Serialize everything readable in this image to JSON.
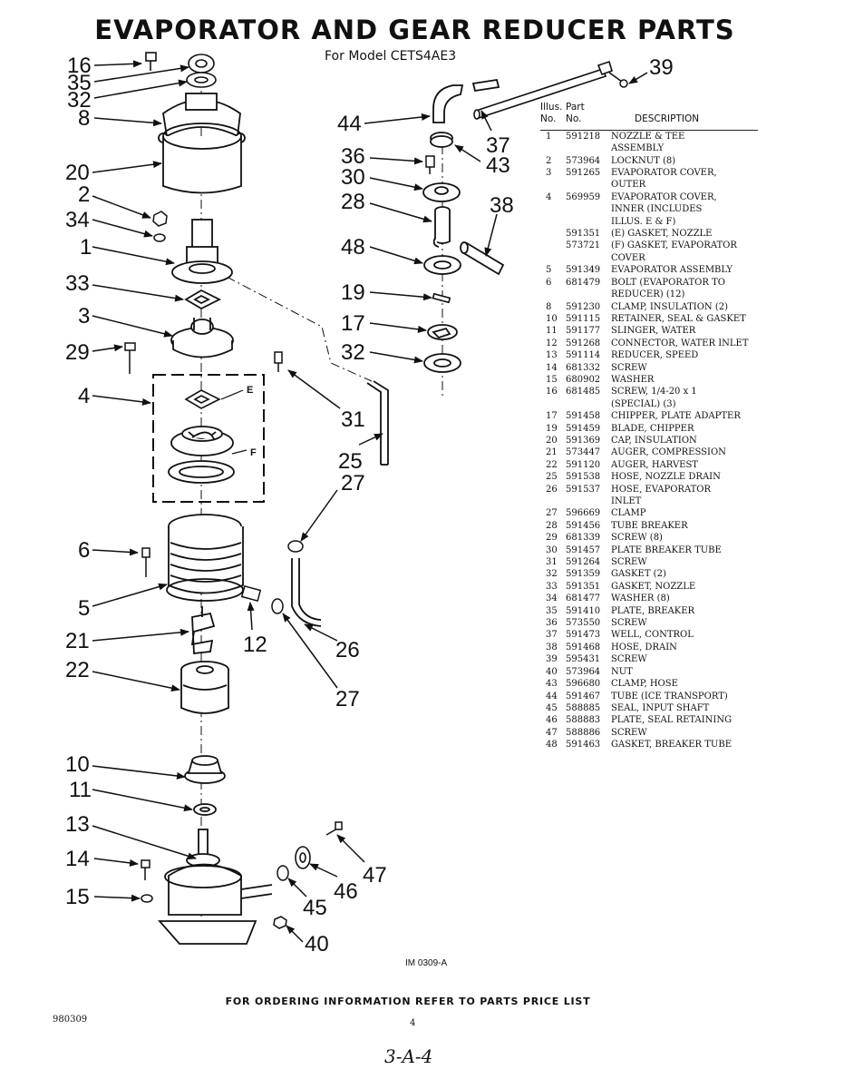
{
  "header": {
    "title": "EVAPORATOR AND GEAR REDUCER PARTS",
    "subtitle": "For Model CETS4AE3"
  },
  "callouts": {
    "c16": "16",
    "c35": "35",
    "c32a": "32",
    "c8": "8",
    "c20": "20",
    "c2": "2",
    "c34": "34",
    "c1": "1",
    "c33": "33",
    "c3": "3",
    "c29": "29",
    "c4": "4",
    "c6": "6",
    "c5": "5",
    "c21": "21",
    "c22": "22",
    "c10": "10",
    "c11": "11",
    "c13": "13",
    "c14": "14",
    "c15": "15",
    "c44": "44",
    "c36": "36",
    "c30": "30",
    "c28": "28",
    "c48": "48",
    "c19": "19",
    "c17": "17",
    "c32b": "32",
    "c37": "37",
    "c43": "43",
    "c38": "38",
    "c39": "39",
    "c31": "31",
    "c25": "25",
    "c27a": "27",
    "c12": "12",
    "c26": "26",
    "c27b": "27",
    "c47": "47",
    "c46": "46",
    "c45": "45",
    "c40": "40",
    "e": "E",
    "f": "F"
  },
  "parts_table": {
    "header_illus": "Illus.",
    "header_no": "No.",
    "header_part": "Part",
    "header_part_no": "No.",
    "header_desc": "DESCRIPTION",
    "rows": [
      {
        "no": "1",
        "part": "591218",
        "desc": "NOZZLE & TEE"
      },
      {
        "no": "",
        "part": "",
        "desc": "ASSEMBLY"
      },
      {
        "no": "2",
        "part": "573964",
        "desc": "LOCKNUT (8)"
      },
      {
        "no": "3",
        "part": "591265",
        "desc": "EVAPORATOR COVER,"
      },
      {
        "no": "",
        "part": "",
        "desc": "OUTER"
      },
      {
        "no": "4",
        "part": "569959",
        "desc": "EVAPORATOR COVER,"
      },
      {
        "no": "",
        "part": "",
        "desc": "INNER (INCLUDES"
      },
      {
        "no": "",
        "part": "",
        "desc": "ILLUS. E & F)"
      },
      {
        "no": "",
        "part": "591351",
        "desc": "(E) GASKET, NOZZLE"
      },
      {
        "no": "",
        "part": "573721",
        "desc": "(F) GASKET, EVAPORATOR"
      },
      {
        "no": "",
        "part": "",
        "desc": "COVER"
      },
      {
        "no": "5",
        "part": "591349",
        "desc": "EVAPORATOR ASSEMBLY"
      },
      {
        "no": "6",
        "part": "681479",
        "desc": "BOLT (EVAPORATOR TO"
      },
      {
        "no": "",
        "part": "",
        "desc": "REDUCER) (12)"
      },
      {
        "no": "8",
        "part": "591230",
        "desc": "CLAMP, INSULATION (2)"
      },
      {
        "no": "10",
        "part": "591115",
        "desc": "RETAINER, SEAL & GASKET"
      },
      {
        "no": "11",
        "part": "591177",
        "desc": "SLINGER, WATER"
      },
      {
        "no": "12",
        "part": "591268",
        "desc": "CONNECTOR, WATER INLET"
      },
      {
        "no": "13",
        "part": "591114",
        "desc": "REDUCER, SPEED"
      },
      {
        "no": "14",
        "part": "681332",
        "desc": "SCREW"
      },
      {
        "no": "15",
        "part": "680902",
        "desc": "WASHER"
      },
      {
        "no": "16",
        "part": "681485",
        "desc": "SCREW, 1/4-20 x 1"
      },
      {
        "no": "",
        "part": "",
        "desc": "(SPECIAL) (3)"
      },
      {
        "no": "17",
        "part": "591458",
        "desc": "CHIPPER, PLATE ADAPTER"
      },
      {
        "no": "19",
        "part": "591459",
        "desc": "BLADE, CHIPPER"
      },
      {
        "no": "20",
        "part": "591369",
        "desc": "CAP, INSULATION"
      },
      {
        "no": "21",
        "part": "573447",
        "desc": "AUGER, COMPRESSION"
      },
      {
        "no": "22",
        "part": "591120",
        "desc": "AUGER, HARVEST"
      },
      {
        "no": "25",
        "part": "591538",
        "desc": "HOSE, NOZZLE DRAIN"
      },
      {
        "no": "26",
        "part": "591537",
        "desc": "HOSE, EVAPORATOR"
      },
      {
        "no": "",
        "part": "",
        "desc": "INLET"
      },
      {
        "no": "27",
        "part": "596669",
        "desc": "CLAMP"
      },
      {
        "no": "28",
        "part": "591456",
        "desc": "TUBE BREAKER"
      },
      {
        "no": "29",
        "part": "681339",
        "desc": "SCREW (8)"
      },
      {
        "no": "30",
        "part": "591457",
        "desc": "PLATE BREAKER TUBE"
      },
      {
        "no": "31",
        "part": "591264",
        "desc": "SCREW"
      },
      {
        "no": "32",
        "part": "591359",
        "desc": "GASKET (2)"
      },
      {
        "no": "33",
        "part": "591351",
        "desc": "GASKET, NOZZLE"
      },
      {
        "no": "34",
        "part": "681477",
        "desc": "WASHER (8)"
      },
      {
        "no": "35",
        "part": "591410",
        "desc": "PLATE, BREAKER"
      },
      {
        "no": "36",
        "part": "573550",
        "desc": "SCREW"
      },
      {
        "no": "37",
        "part": "591473",
        "desc": "WELL, CONTROL"
      },
      {
        "no": "38",
        "part": "591468",
        "desc": "HOSE, DRAIN"
      },
      {
        "no": "39",
        "part": "595431",
        "desc": "SCREW"
      },
      {
        "no": "40",
        "part": "573964",
        "desc": "NUT"
      },
      {
        "no": "43",
        "part": "596680",
        "desc": "CLAMP, HOSE"
      },
      {
        "no": "44",
        "part": "591467",
        "desc": "TUBE (ICE TRANSPORT)"
      },
      {
        "no": "45",
        "part": "588885",
        "desc": "SEAL, INPUT SHAFT"
      },
      {
        "no": "46",
        "part": "588883",
        "desc": "PLATE, SEAL RETAINING"
      },
      {
        "no": "47",
        "part": "588886",
        "desc": "SCREW"
      },
      {
        "no": "48",
        "part": "591463",
        "desc": "GASKET, BREAKER TUBE"
      }
    ]
  },
  "footer": {
    "figure_id": "IM 0309-A",
    "ordering_note": "FOR ORDERING INFORMATION REFER TO PARTS PRICE LIST",
    "doc_code": "980309",
    "page_number": "4",
    "handwritten": "3-A-4"
  }
}
